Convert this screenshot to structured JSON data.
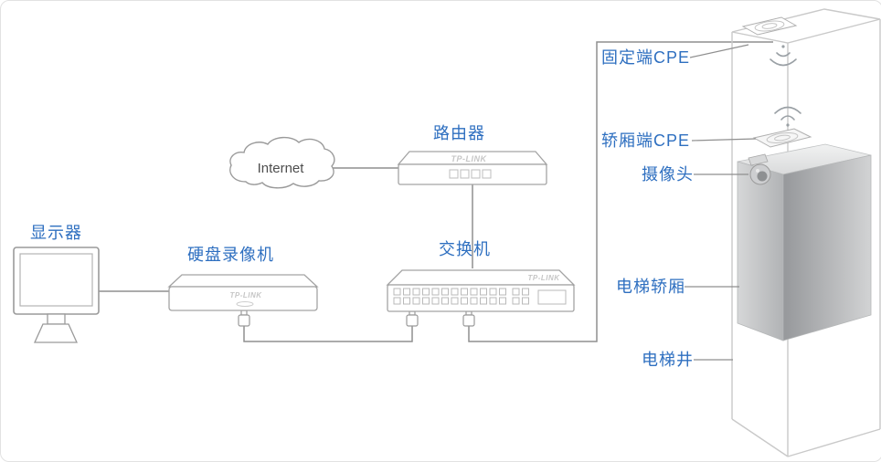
{
  "diagram": {
    "labels": {
      "monitor": "显示器",
      "nvr": "硬盘录像机",
      "internet": "Internet",
      "router": "路由器",
      "switch": "交换机",
      "fixed_cpe": "固定端CPE",
      "car_cpe": "轿厢端CPE",
      "camera": "摄像头",
      "elevator_car": "电梯轿厢",
      "elevator_shaft": "电梯井"
    },
    "brand": "TP-LINK",
    "colors": {
      "label_blue": "#2e6fc0",
      "line_gray": "#8f8f8f",
      "device_outline_gray": "#a3a3a3",
      "shaft_gray": "#c9c9c9"
    }
  }
}
